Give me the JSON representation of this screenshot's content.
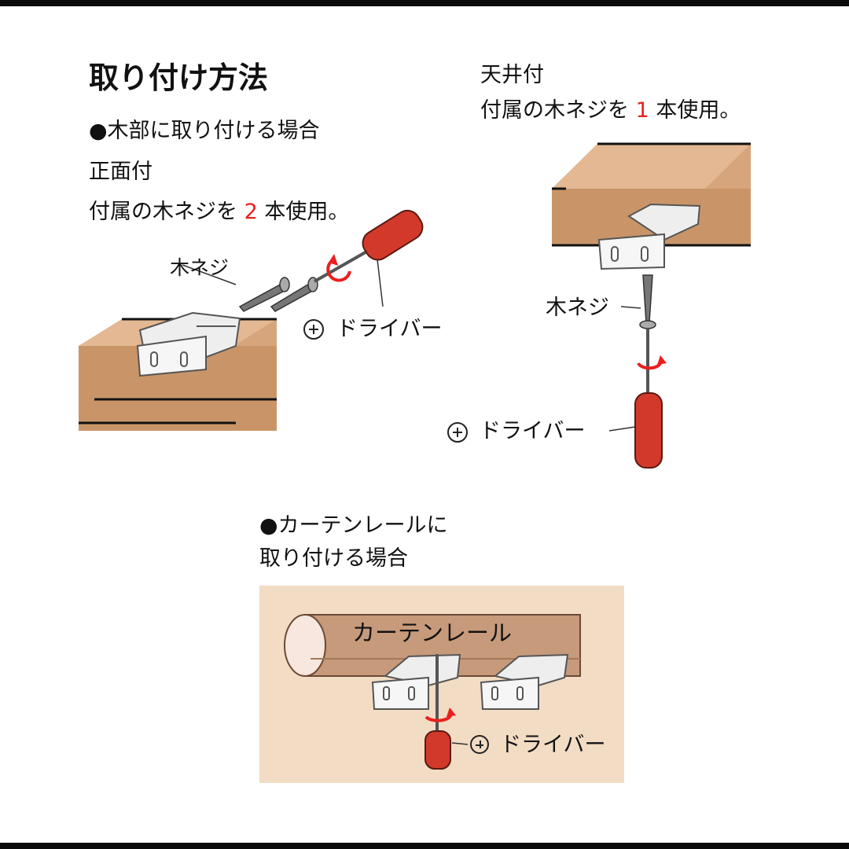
{
  "title": "取り付け方法",
  "wood": {
    "heading": "●木部に取り付ける場合",
    "front": {
      "label": "正面付",
      "instr_before": "付属の木ネジを",
      "count": "2",
      "instr_after": "本使用。",
      "screw_label": "木ネジ",
      "driver_label": "ドライバー"
    },
    "ceiling": {
      "label": "天井付",
      "instr_before": "付属の木ネジを",
      "count": "1",
      "instr_after": "本使用。",
      "screw_label": "木ネジ",
      "driver_label": "ドライバー"
    }
  },
  "rail": {
    "heading_line1": "●カーテンレールに",
    "heading_line2": "取り付ける場合",
    "rail_label": "カーテンレール",
    "driver_label": "ドライバー"
  },
  "colors": {
    "red": "#e8201e",
    "wood": "#d7a57c",
    "wood_dark": "#c18a61",
    "panel": "#f2dcc4"
  }
}
